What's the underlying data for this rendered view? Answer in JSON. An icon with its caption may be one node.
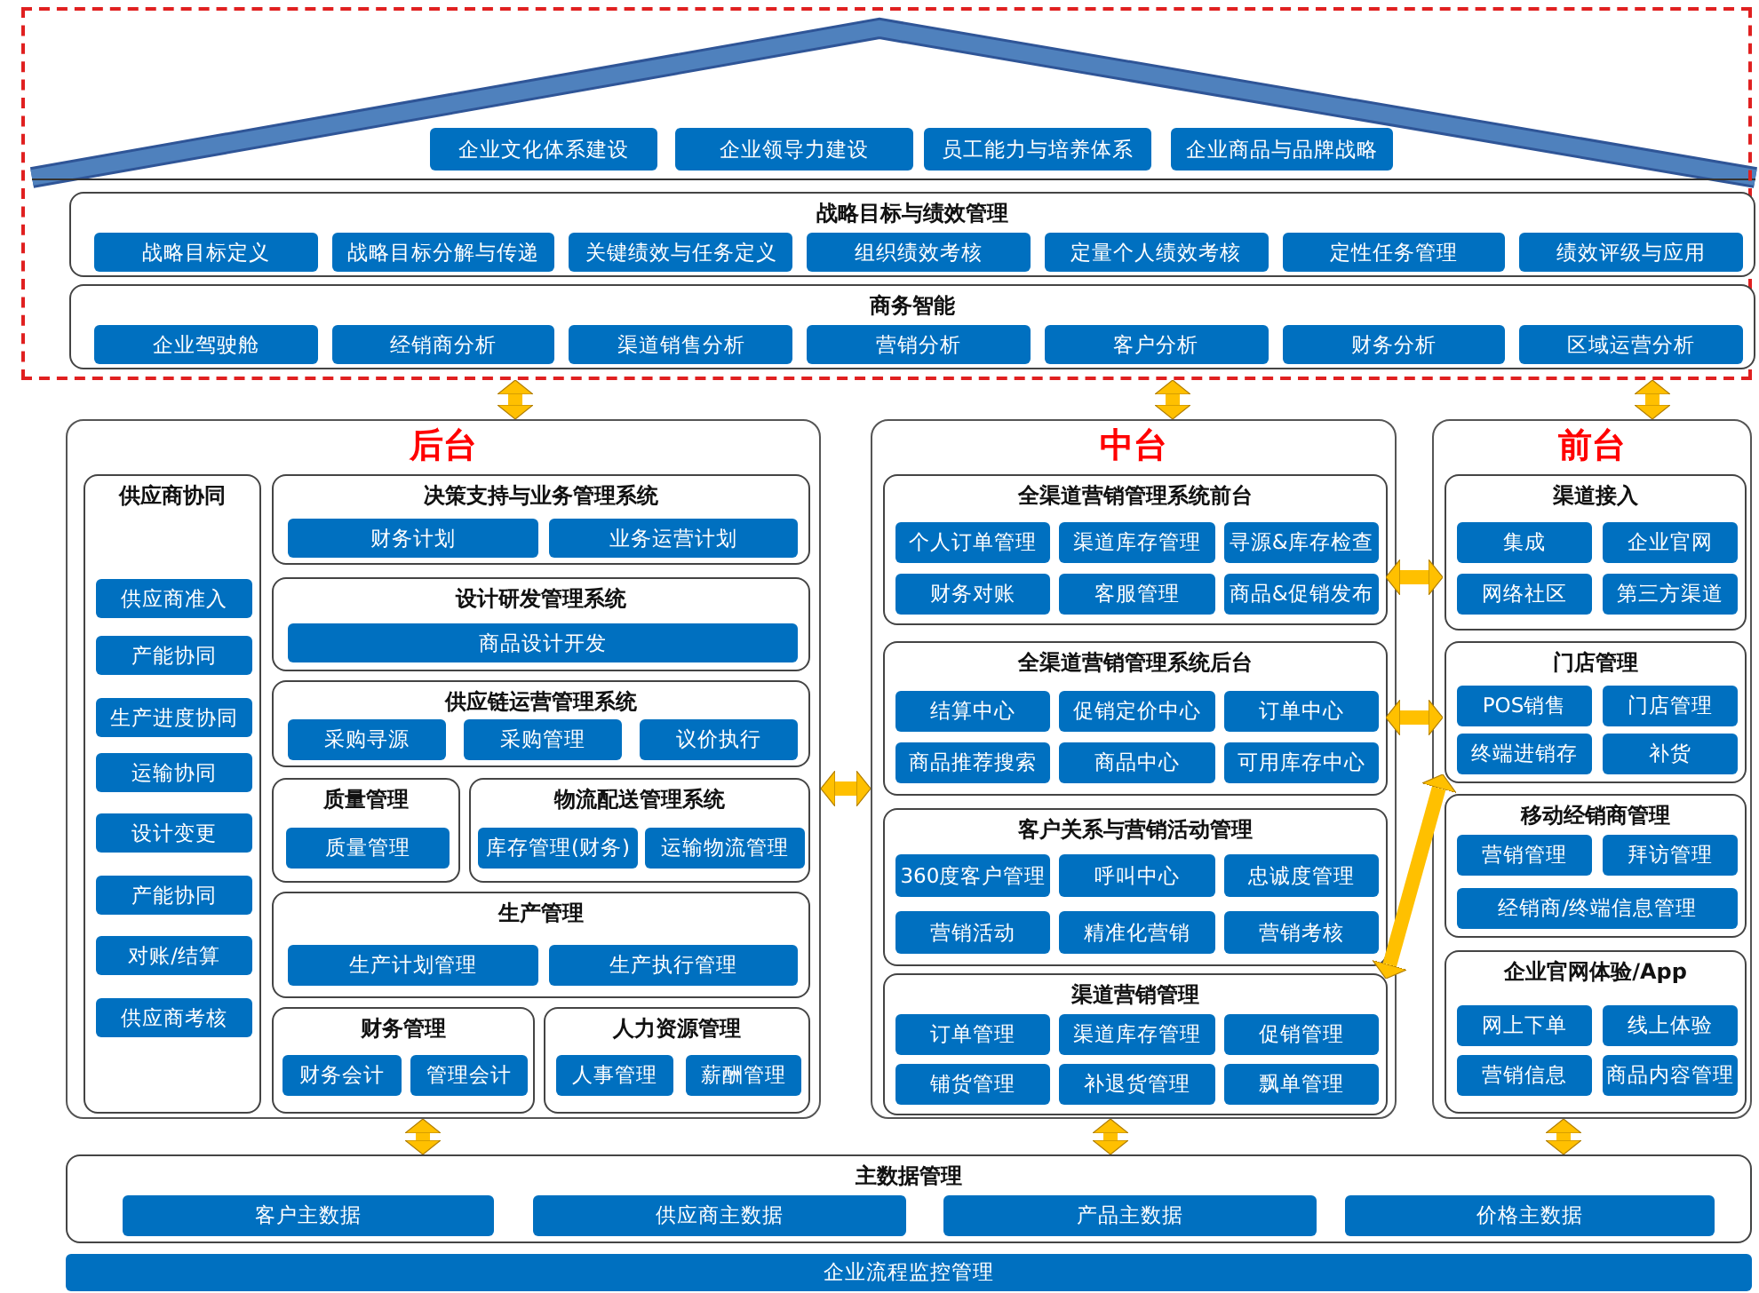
{
  "diagram": {
    "nodes": [
      {
        "text": [],
        "shape": "box"
      },
      {
        "text": [
          "企业文化体系建设"
        ],
        "in": 0
      },
      {
        "text": [
          "企业领导力建设"
        ],
        "in": 0
      },
      {
        "text": [
          "员工能力与培养体系"
        ],
        "in": 0
      },
      {
        "text": [
          "企业商品与品牌战略"
        ],
        "in": 0
      },
      {
        "text": [
          "战略目标与绩效管理"
        ],
        "in": 0
      },
      {
        "text": [
          "战略目标定义"
        ],
        "in": 5
      },
      {
        "text": [
          "战略目标分解与传递"
        ],
        "in": 5
      },
      {
        "text": [
          "关键绩效与任务定义"
        ],
        "in": 5
      },
      {
        "text": [
          "组织绩效考核"
        ],
        "in": 5
      },
      {
        "text": [
          "定量个人绩效考核"
        ],
        "in": 5
      },
      {
        "text": [
          "定性任务管理"
        ],
        "in": 5
      },
      {
        "text": [
          "绩效评级与应用"
        ],
        "in": 5
      },
      {
        "text": [
          "商务智能"
        ],
        "in": 0
      },
      {
        "text": [
          "企业驾驶舱"
        ],
        "in": 13
      },
      {
        "text": [
          "经销商分析"
        ],
        "in": 13
      },
      {
        "text": [
          "渠道销售分析"
        ],
        "in": 13
      },
      {
        "text": [
          "营销分析"
        ],
        "in": 13
      },
      {
        "text": [
          "客户分析"
        ],
        "in": 13
      },
      {
        "text": [
          "财务分析"
        ],
        "in": 13
      },
      {
        "text": [
          "区域运营分析"
        ],
        "in": 13
      },
      {
        "text": [
          "后台"
        ]
      },
      {
        "text": [
          "供应商协同"
        ],
        "in": 21
      },
      {
        "text": [
          "供应商准入"
        ],
        "in": 22
      },
      {
        "text": [
          "产能协同"
        ],
        "in": 22
      },
      {
        "text": [
          "生产进度协同"
        ],
        "in": 22
      },
      {
        "text": [
          "运输协同"
        ],
        "in": 22
      },
      {
        "text": [
          "设计变更"
        ],
        "in": 22
      },
      {
        "text": [
          "产能协同"
        ],
        "in": 22
      },
      {
        "text": [
          "对账/结算"
        ],
        "in": 22
      },
      {
        "text": [
          "供应商考核"
        ],
        "in": 22
      },
      {
        "text": [
          "决策支持与业务管理系统"
        ],
        "in": 21
      },
      {
        "text": [
          "财务计划"
        ],
        "in": 31
      },
      {
        "text": [
          "业务运营计划"
        ],
        "in": 31
      },
      {
        "text": [
          "设计研发管理系统"
        ],
        "in": 21
      },
      {
        "text": [
          "商品设计开发"
        ],
        "in": 34
      },
      {
        "text": [
          "供应链运营管理系统"
        ],
        "in": 21
      },
      {
        "text": [
          "采购寻源"
        ],
        "in": 36
      },
      {
        "text": [
          "采购管理"
        ],
        "in": 36
      },
      {
        "text": [
          "议价执行"
        ],
        "in": 36
      },
      {
        "text": [
          "质量管理"
        ],
        "in": 21
      },
      {
        "text": [
          "质量管理"
        ],
        "in": 40
      },
      {
        "text": [
          "物流配送管理系统"
        ],
        "in": 21
      },
      {
        "text": [
          "库存管理(财务)"
        ],
        "in": 42
      },
      {
        "text": [
          "运输物流管理"
        ],
        "in": 42
      },
      {
        "text": [
          "生产管理"
        ],
        "in": 21
      },
      {
        "text": [
          "生产计划管理"
        ],
        "in": 45
      },
      {
        "text": [
          "生产执行管理"
        ],
        "in": 45
      },
      {
        "text": [
          "财务管理"
        ],
        "in": 21
      },
      {
        "text": [
          "财务会计"
        ],
        "in": 48
      },
      {
        "text": [
          "管理会计"
        ],
        "in": 48
      },
      {
        "text": [
          "人力资源管理"
        ],
        "in": 21
      },
      {
        "text": [
          "人事管理"
        ],
        "in": 51
      },
      {
        "text": [
          "薪酬管理"
        ],
        "in": 51
      },
      {
        "text": [
          "中台"
        ]
      },
      {
        "text": [
          "全渠道营销管理系统前台"
        ],
        "in": 54
      },
      {
        "text": [
          "个人订单管理"
        ],
        "in": 55
      },
      {
        "text": [
          "渠道库存管理"
        ],
        "in": 55
      },
      {
        "text": [
          "寻源&库存检查"
        ],
        "in": 55
      },
      {
        "text": [
          "财务对账"
        ],
        "in": 55
      },
      {
        "text": [
          "客服管理"
        ],
        "in": 55
      },
      {
        "text": [
          "商品&促销发布"
        ],
        "in": 55
      },
      {
        "text": [
          "全渠道营销管理系统后台"
        ],
        "in": 54
      },
      {
        "text": [
          "结算中心"
        ],
        "in": 62
      },
      {
        "text": [
          "促销定价中心"
        ],
        "in": 62
      },
      {
        "text": [
          "订单中心"
        ],
        "in": 62
      },
      {
        "text": [
          "商品推荐搜索"
        ],
        "in": 62
      },
      {
        "text": [
          "商品中心"
        ],
        "in": 62
      },
      {
        "text": [
          "可用库存中心"
        ],
        "in": 62
      },
      {
        "text": [
          "客户关系与营销活动管理"
        ],
        "in": 54
      },
      {
        "text": [
          "360度客户管理"
        ],
        "in": 69
      },
      {
        "text": [
          "呼叫中心"
        ],
        "in": 69
      },
      {
        "text": [
          "忠诚度管理"
        ],
        "in": 69
      },
      {
        "text": [
          "营销活动"
        ],
        "in": 69
      },
      {
        "text": [
          "精准化营销"
        ],
        "in": 69
      },
      {
        "text": [
          "营销考核"
        ],
        "in": 69
      },
      {
        "text": [
          "渠道营销管理"
        ],
        "in": 54
      },
      {
        "text": [
          "订单管理"
        ],
        "in": 76
      },
      {
        "text": [
          "渠道库存管理"
        ],
        "in": 76
      },
      {
        "text": [
          "促销管理"
        ],
        "in": 76
      },
      {
        "text": [
          "铺货管理"
        ],
        "in": 76
      },
      {
        "text": [
          "补退货管理"
        ],
        "in": 76
      },
      {
        "text": [
          "飘单管理"
        ],
        "in": 76
      },
      {
        "text": [
          "前台"
        ]
      },
      {
        "text": [
          "渠道接入"
        ],
        "in": 83
      },
      {
        "text": [
          "集成"
        ],
        "in": 84
      },
      {
        "text": [
          "企业官网"
        ],
        "in": 84
      },
      {
        "text": [
          "网络社区"
        ],
        "in": 84
      },
      {
        "text": [
          "第三方渠道"
        ],
        "in": 84
      },
      {
        "text": [
          "门店管理"
        ],
        "in": 83
      },
      {
        "text": [
          "POS销售"
        ],
        "in": 89
      },
      {
        "text": [
          "门店管理"
        ],
        "in": 89
      },
      {
        "text": [
          "终端进销存"
        ],
        "in": 89
      },
      {
        "text": [
          "补货"
        ],
        "in": 89
      },
      {
        "text": [
          "移动经销商管理"
        ],
        "in": 83
      },
      {
        "text": [
          "营销管理"
        ],
        "in": 94
      },
      {
        "text": [
          "拜访管理"
        ],
        "in": 94
      },
      {
        "text": [
          "经销商/终端信息管理"
        ],
        "in": 94
      },
      {
        "text": [
          "企业官网体验/App"
        ],
        "in": 83
      },
      {
        "text": [
          "网上下单"
        ],
        "in": 98
      },
      {
        "text": [
          "线上体验"
        ],
        "in": 98
      },
      {
        "text": [
          "营销信息"
        ],
        "in": 98
      },
      {
        "text": [
          "商品内容管理"
        ],
        "in": 98
      },
      {
        "text": [
          "主数据管理"
        ]
      },
      {
        "text": [
          "客户主数据"
        ],
        "in": 103
      },
      {
        "text": [
          "供应商主数据"
        ],
        "in": 103
      },
      {
        "text": [
          "产品主数据"
        ],
        "in": 103
      },
      {
        "text": [
          "价格主数据"
        ],
        "in": 103
      },
      {
        "text": [
          "企业流程监控管理"
        ]
      }
    ],
    "edges": [
      {
        "from": 0,
        "to": 21,
        "arrow": "both"
      },
      {
        "from": 0,
        "to": 54,
        "arrow": "both"
      },
      {
        "from": 0,
        "to": 83,
        "arrow": "both"
      },
      {
        "from": 21,
        "to": 54,
        "arrow": "both"
      },
      {
        "from": 55,
        "to": 84,
        "arrow": "both"
      },
      {
        "from": 62,
        "to": 89,
        "arrow": "both"
      },
      {
        "from": 76,
        "to": 89,
        "arrow": "both"
      },
      {
        "from": 21,
        "to": 103,
        "arrow": "both"
      },
      {
        "from": 54,
        "to": 103,
        "arrow": "both"
      },
      {
        "from": 83,
        "to": 103,
        "arrow": "both"
      }
    ]
  }
}
